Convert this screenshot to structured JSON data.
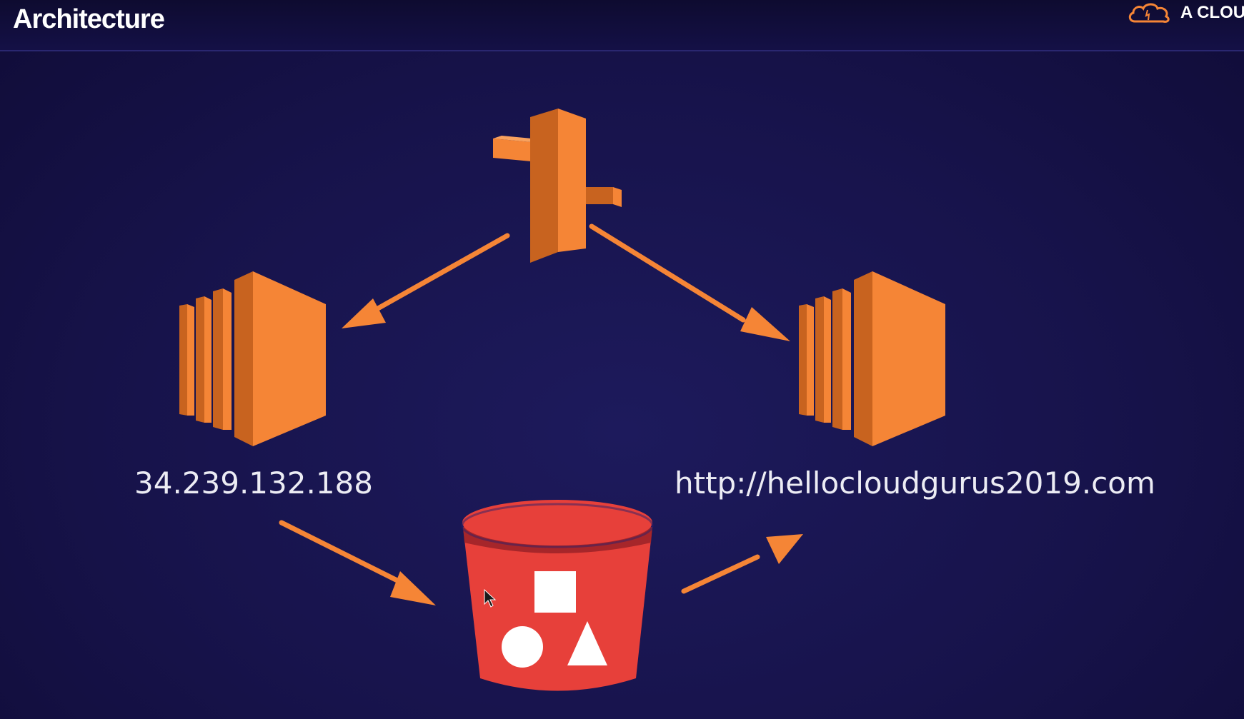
{
  "slide": {
    "title": "Architecture",
    "brand_text": "A CLOU"
  },
  "diagram": {
    "nodes": [
      {
        "id": "route53",
        "icon": "route53-icon"
      },
      {
        "id": "ec2-left",
        "icon": "ec2-instance-icon"
      },
      {
        "id": "ec2-right",
        "icon": "ec2-instance-icon"
      },
      {
        "id": "s3",
        "icon": "s3-bucket-icon"
      }
    ],
    "labels": {
      "left_server": "34.239.132.188",
      "right_server": "http://hellocloudgurus2019.com"
    },
    "edges": [
      {
        "from": "route53",
        "to": "ec2-left"
      },
      {
        "from": "route53",
        "to": "ec2-right"
      },
      {
        "from": "ec2-left",
        "to": "s3"
      },
      {
        "from": "s3",
        "to": "ec2-right"
      }
    ]
  },
  "colors": {
    "background": "#17134b",
    "orange": "#f58536",
    "orange_dark": "#c8631f",
    "orange_shadow": "#9a4b17",
    "s3_red": "#e7403a",
    "s3_dark": "#a6262a"
  }
}
